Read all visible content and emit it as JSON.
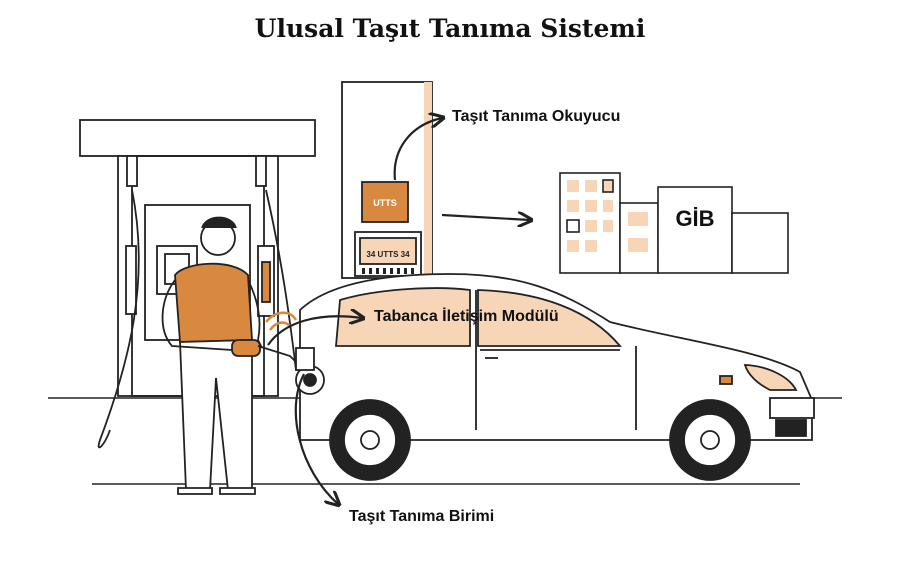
{
  "title": "Ulusal Taşıt Tanıma Sistemi",
  "labels": {
    "reader": "Taşıt Tanıma Okuyucu",
    "gib": "GİB",
    "nozzle_module": "Tabanca İletişim Modülü",
    "vehicle_unit": "Taşıt Tanıma Birimi",
    "device_tag": "UTTS",
    "display_text": "34 UTTS 34"
  },
  "colors": {
    "accent": "#d9893f",
    "accent_light": "#f7d6b8",
    "line": "#222222",
    "background": "#ffffff"
  }
}
